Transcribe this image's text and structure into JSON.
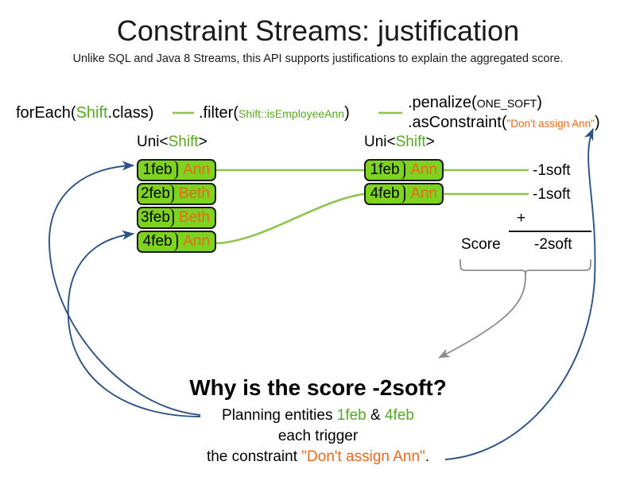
{
  "header": {
    "title": "Constraint Streams: justification",
    "subtitle": "Unlike SQL and Java 8 Streams, this API supports justifications to explain the aggregated score."
  },
  "code": {
    "foreach_pre": "forEach(",
    "foreach_type": "Shift",
    "foreach_post": ".class)",
    "filter_pre": ".filter(",
    "filter_arg": "Shift::isEmployeeAnn",
    "filter_post": ")",
    "penalize_pre": ".penalize(",
    "penalize_arg": "ONE_SOFT",
    "penalize_post": ")",
    "asconstraint_pre": ".asConstraint(",
    "asconstraint_arg": "\"Don't assign Ann\"",
    "asconstraint_post": ")"
  },
  "streams": {
    "left": {
      "label_pre": "Uni<",
      "label_type": "Shift",
      "label_post": ">",
      "cards": [
        {
          "date": "1feb",
          "employee": "Ann"
        },
        {
          "date": "2feb",
          "employee": "Beth"
        },
        {
          "date": "3feb",
          "employee": "Beth"
        },
        {
          "date": "4feb",
          "employee": "Ann"
        }
      ]
    },
    "right": {
      "label_pre": "Uni<",
      "label_type": "Shift",
      "label_post": ">",
      "cards": [
        {
          "date": "1feb",
          "employee": "Ann"
        },
        {
          "date": "4feb",
          "employee": "Ann"
        }
      ],
      "penalties": [
        "-1soft",
        "-1soft"
      ]
    }
  },
  "score": {
    "label": "Score",
    "operator": "+",
    "total": "-2soft"
  },
  "explanation": {
    "question": "Why is the score -2soft?",
    "line1_pre": "Planning entities ",
    "line1_entity_a": "1feb",
    "line1_amp": " & ",
    "line1_entity_b": "4feb",
    "line2": "each trigger",
    "line3_pre": "the constraint ",
    "line3_constraint": "\"Don't assign Ann\"",
    "line3_post": "."
  },
  "colors": {
    "card_fill": "#7ed321",
    "card_border": "#1a1a1a",
    "type_green": "#55aa22",
    "string_orange": "#e8691a",
    "link_green": "#8ec44b",
    "arrow_blue": "#2d5288",
    "brace_gray": "#8c8c8c"
  }
}
